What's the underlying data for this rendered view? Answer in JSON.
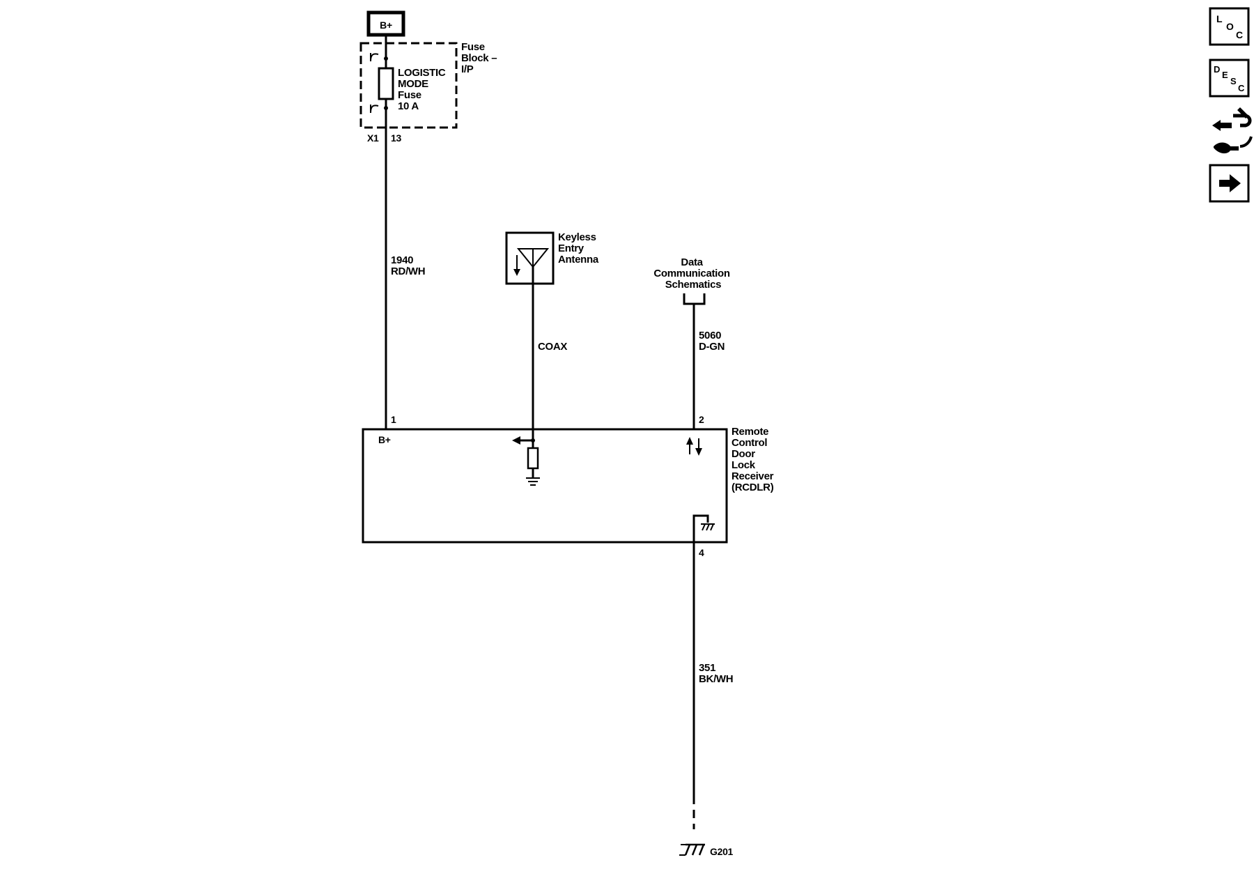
{
  "power_source": {
    "label": "B+"
  },
  "fuse_block": {
    "name_lines": [
      "Fuse",
      "Block –",
      "I/P"
    ],
    "fuse_lines": [
      "LOGISTIC",
      "MODE",
      "Fuse",
      "10 A"
    ],
    "connector": "X1",
    "pin": "13"
  },
  "wires": {
    "power": {
      "circuit": "1940",
      "color": "RD/WH"
    },
    "antenna": {
      "label": "COAX"
    },
    "data": {
      "circuit": "5060",
      "color": "D-GN"
    },
    "ground": {
      "circuit": "351",
      "color": "BK/WH"
    }
  },
  "antenna": {
    "name_lines": [
      "Keyless",
      "Entry",
      "Antenna"
    ]
  },
  "data_link": {
    "name_lines": [
      "Data",
      "Communication",
      "Schematics"
    ]
  },
  "module": {
    "name_lines": [
      "Remote",
      "Control",
      "Door",
      "Lock",
      "Receiver",
      "(RCDLR)"
    ],
    "power_terminal": "B+",
    "pin_power": "1",
    "pin_data": "2",
    "pin_ground": "4"
  },
  "ground_point": {
    "label": "G201"
  },
  "nav": {
    "loc": {
      "l1": "L",
      "l2": "O",
      "l3": "C"
    },
    "desc": {
      "l1": "D",
      "l2": "E",
      "l3": "S",
      "l4": "C"
    }
  }
}
